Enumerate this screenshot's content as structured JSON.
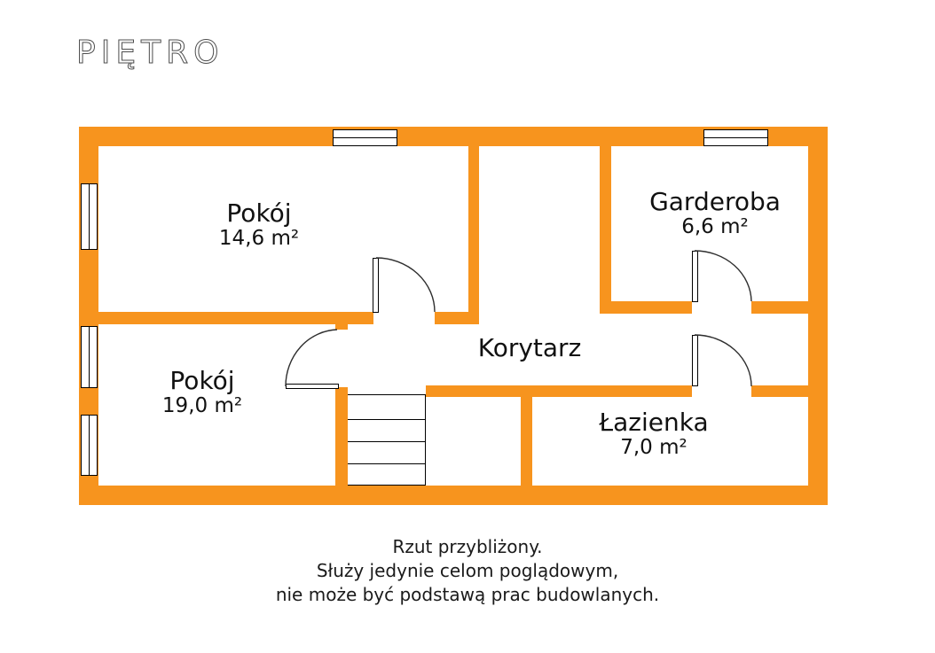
{
  "title": "PIĘTRO",
  "colors": {
    "wall": "#F7941E",
    "line": "#1a1a1a",
    "title_stroke": "#4d4d4d"
  },
  "rooms": [
    {
      "id": "pokoj-gorny",
      "name": "Pokój",
      "area": "14,6 m²"
    },
    {
      "id": "garderoba",
      "name": "Garderoba",
      "area": "6,6 m²"
    },
    {
      "id": "korytarz",
      "name": "Korytarz",
      "area": ""
    },
    {
      "id": "pokoj-dolny",
      "name": "Pokój",
      "area": "19,0 m²"
    },
    {
      "id": "lazienka",
      "name": "Łazienka",
      "area": "7,0 m²"
    }
  ],
  "footer": {
    "line1": "Rzut przybliżony.",
    "line2": "Służy jedynie celom poglądowym,",
    "line3": "nie może być podstawą prac budowlanych."
  }
}
